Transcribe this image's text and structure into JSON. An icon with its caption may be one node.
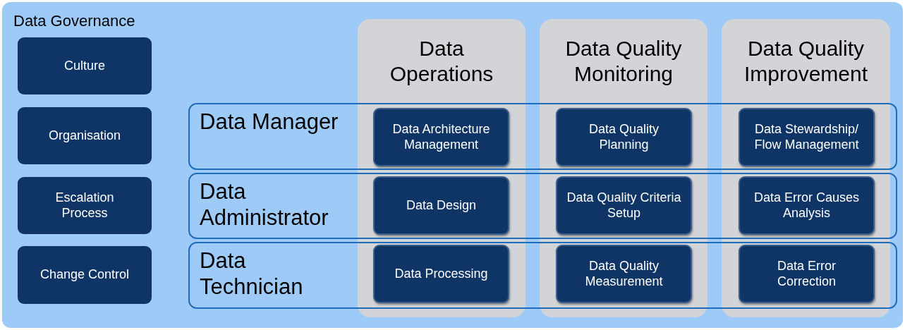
{
  "diagram": {
    "nodes": [
      {
        "text": [
          "Data Governance"
        ]
      },
      {
        "text": [
          "Culture"
        ],
        "in": 0
      },
      {
        "text": [
          "Organisation"
        ],
        "in": 0
      },
      {
        "text": [
          "Escalation Process"
        ],
        "in": 0
      },
      {
        "text": [
          "Change Control"
        ],
        "in": 0
      },
      {
        "text": [
          "Data Operations"
        ],
        "in": 0
      },
      {
        "text": [
          "Data Quality Monitoring"
        ],
        "in": 0
      },
      {
        "text": [
          "Data Quality Improvement"
        ],
        "in": 0
      },
      {
        "text": [
          "Data Manager"
        ],
        "in": 0
      },
      {
        "text": [
          "Data Administrator"
        ],
        "in": 0
      },
      {
        "text": [
          "Data Technician"
        ],
        "in": 0
      },
      {
        "text": [
          "Data Architecture Management"
        ]
      },
      {
        "text": [
          "Data Quality Planning"
        ]
      },
      {
        "text": [
          "Data Stewardship/ Flow Management"
        ]
      },
      {
        "text": [
          "Data Design"
        ]
      },
      {
        "text": [
          "Data Quality Criteria Setup"
        ]
      },
      {
        "text": [
          "Data Error Causes Analysis"
        ]
      },
      {
        "text": [
          "Data Processing"
        ]
      },
      {
        "text": [
          "Data Quality Measurement"
        ]
      },
      {
        "text": [
          "Data Error Correction"
        ]
      }
    ]
  }
}
